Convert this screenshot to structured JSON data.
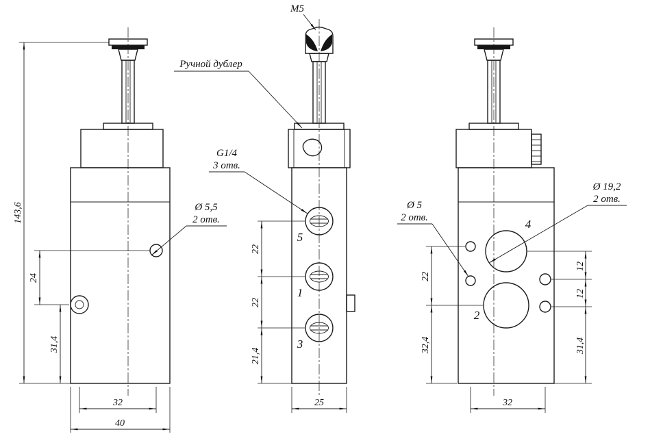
{
  "drawing": {
    "callouts": {
      "m5": "M5",
      "manual_override": "Ручной дублер",
      "g14": "G1/4",
      "g14_qty": "3 отв.",
      "d5_5": "Ø 5,5",
      "d5_5_qty": "2 отв.",
      "d5": "Ø 5",
      "d5_qty": "2 отв.",
      "d19_2": "Ø 19,2",
      "d19_2_qty": "2 отв."
    },
    "dims": {
      "h_total": "143,6",
      "h24": "24",
      "h31_4": "31,4",
      "w32_left": "32",
      "w40": "40",
      "m22a": "22",
      "m22b": "22",
      "m21_4": "21,4",
      "w25": "25",
      "r22": "22",
      "r32_4": "32,4",
      "r12a": "12",
      "r12b": "12",
      "r31_4": "31,4",
      "w32_right": "32"
    },
    "ports": {
      "p5": "5",
      "p1": "1",
      "p3": "3",
      "p4": "4",
      "p2": "2"
    }
  }
}
